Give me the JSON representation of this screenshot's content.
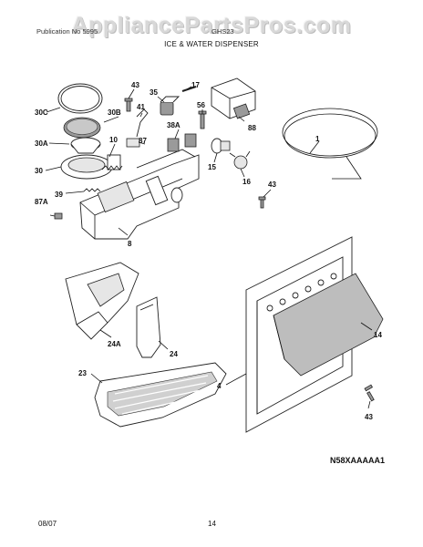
{
  "watermark": "AppliancePartsPros.com",
  "header": {
    "left_text": "Publication No 5995",
    "right_text": "GHS23",
    "subtitle": "ICE & WATER DISPENSER"
  },
  "callouts": {
    "c30c": "30C",
    "c30b": "30B",
    "c30a": "30A",
    "c30": "30",
    "c43a": "43",
    "c35": "35",
    "c17": "17",
    "c88": "88",
    "c41": "41",
    "c10": "10",
    "c87": "87",
    "c56": "56",
    "c38a": "38A",
    "c15": "15",
    "c16": "16",
    "c1": "1",
    "c43b": "43",
    "c39": "39",
    "c87a": "87A",
    "c8": "8",
    "c24a": "24A",
    "c24": "24",
    "c23": "23",
    "c14": "14",
    "c4": "4",
    "c43c": "43"
  },
  "diagram_code": "N58XAAAAA1",
  "footer": {
    "date": "08/07",
    "page": "14"
  }
}
